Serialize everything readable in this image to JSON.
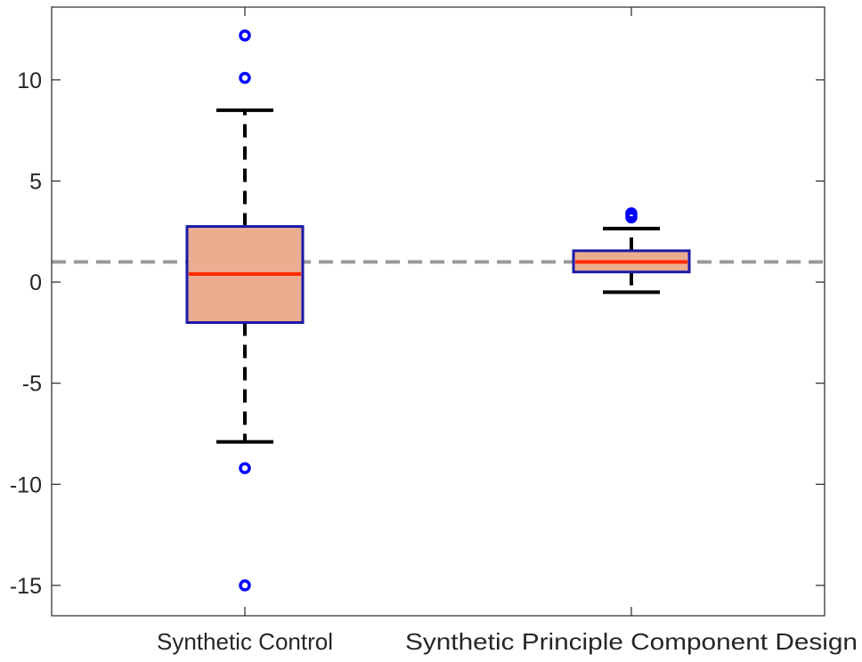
{
  "chart_data": {
    "type": "box",
    "categories": [
      "Synthetic Control",
      "Synthetic Principle Component Design"
    ],
    "ylim": [
      -16.5,
      13.6
    ],
    "yticks": [
      10,
      5,
      0,
      -5,
      -10,
      -15
    ],
    "ytick_labels": [
      "10",
      "5",
      "0",
      "-5",
      "-10",
      "-15"
    ],
    "reference_line": 1.0,
    "grid": false,
    "boxes": [
      {
        "q1": -2.0,
        "median": 0.4,
        "q3": 2.75,
        "whisker_low": -7.9,
        "whisker_high": 8.5,
        "outliers": [
          12.2,
          10.1,
          -9.2,
          -15.0
        ]
      },
      {
        "q1": 0.5,
        "median": 1.0,
        "q3": 1.55,
        "whisker_low": -0.5,
        "whisker_high": 2.65,
        "outliers": [
          3.4,
          3.3,
          3.2
        ]
      }
    ],
    "colors": {
      "box_fill": "#ECAC8F",
      "box_edge": "#1A1AA6",
      "median": "#FF2A00",
      "whisker": "#000000",
      "outlier": "#0000FF",
      "reference_line": "#999999",
      "axes": "#262626"
    }
  }
}
